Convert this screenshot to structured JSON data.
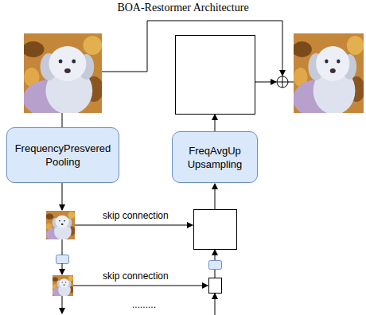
{
  "diagram": {
    "title": "BOA-Restormer Architecture",
    "nodes": [
      {
        "text": [
          "FrequencyPresvered Pooling"
        ]
      },
      {
        "text": [
          "FreqAvgUp Upsampling"
        ]
      }
    ],
    "labels": [
      "skip connection",
      "skip connection",
      "........."
    ]
  }
}
